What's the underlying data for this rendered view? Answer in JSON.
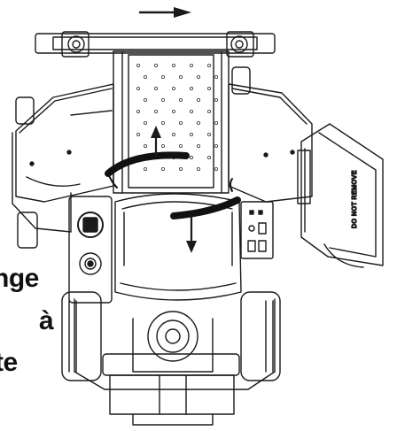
{
  "figure": {
    "subject": "zero-turn mower rear view with seat flipped up, handle rotated",
    "callout_lines": [
      "nge",
      "à",
      "te"
    ],
    "decal_text": "DO NOT REMOVE",
    "arrows": [
      {
        "name": "travel-direction-arrow",
        "direction": "right"
      },
      {
        "name": "handle-up-arrow",
        "direction": "up"
      },
      {
        "name": "handle-down-arrow",
        "direction": "down"
      }
    ]
  }
}
